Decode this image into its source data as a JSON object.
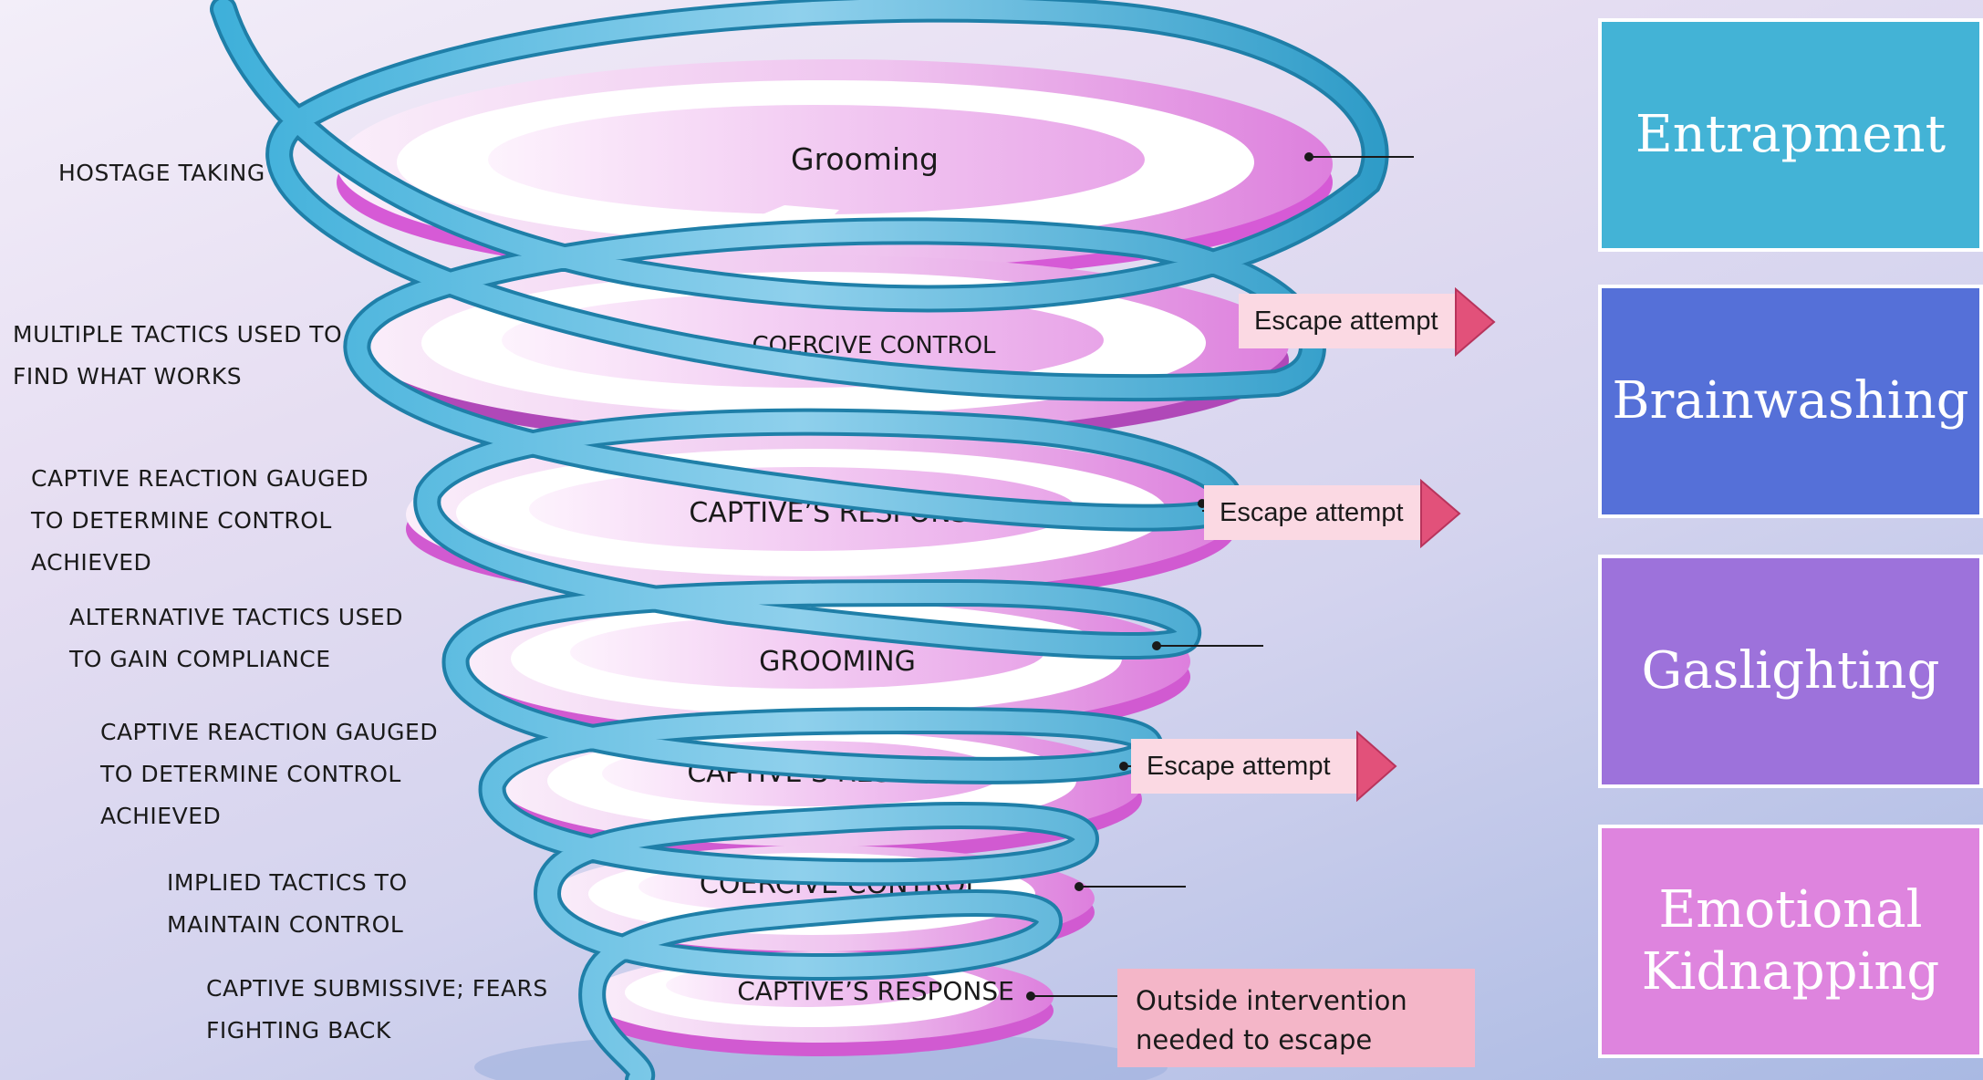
{
  "tiers": [
    {
      "label": "Grooming"
    },
    {
      "label": "COERCIVE CONTROL"
    },
    {
      "label": "CAPTIVE’S RESPONSE"
    },
    {
      "label": "GROOMING"
    },
    {
      "label": "CAPTIVE’S RESPONSE"
    },
    {
      "label": "COERCIVE CONTROL"
    },
    {
      "label": "CAPTIVE’S RESPONSE"
    }
  ],
  "left_labels": [
    "HOSTAGE TAKING",
    "MULTIPLE TACTICS USED TO\nFIND WHAT WORKS",
    "CAPTIVE REACTION GAUGED\nTO DETERMINE CONTROL\nACHIEVED",
    "ALTERNATIVE TACTICS USED\nTO GAIN COMPLIANCE",
    "CAPTIVE REACTION GAUGED\nTO DETERMINE CONTROL\nACHIEVED",
    "IMPLIED TACTICS TO\nMAINTAIN CONTROL",
    "CAPTIVE SUBMISSIVE; FEARS\nFIGHTING BACK"
  ],
  "escape_attempts": [
    "Escape attempt",
    "Escape attempt",
    "Escape attempt"
  ],
  "intervention_note": "Outside intervention\nneeded to escape",
  "boxes": [
    {
      "label": "Entrapment",
      "color": "#43b3d6"
    },
    {
      "label": "Brainwashing",
      "color": "#5570d8"
    },
    {
      "label": "Gaslighting",
      "color": "#9d72db"
    },
    {
      "label": "Emotional\nKidnapping",
      "color": "#de84de"
    }
  ],
  "colors": {
    "ribbon": "#4bb3d9",
    "disc": "#e9a6e9",
    "disc_edge": "#d15ad1",
    "escape_arrow": "#e2517a"
  }
}
